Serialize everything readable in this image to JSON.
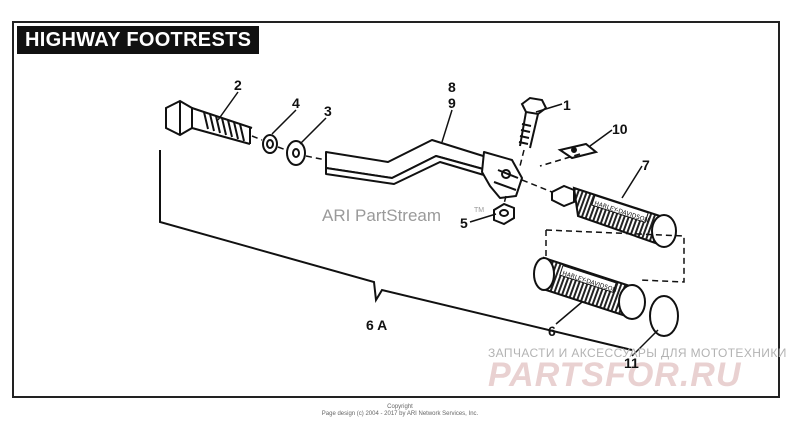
{
  "title": "HIGHWAY FOOTRESTS",
  "callouts": {
    "c1": "1",
    "c2": "2",
    "c3": "3",
    "c4": "4",
    "c5": "5",
    "c6": "6",
    "c6a": "6 A",
    "c7": "7",
    "c8": "8",
    "c9": "9",
    "c10": "10",
    "c11": "11"
  },
  "watermark": "ARI PartStream",
  "trademark": "TM",
  "brand_text": "HARLEY-DAVIDSON",
  "dealer_text": "ЗАПЧАСТИ И АКСЕССУАРЫ ДЛЯ МОТОТЕХНИКИ",
  "dealer_logo": "PARTSFOR.RU",
  "copyright_line1": "Copyright",
  "copyright_line2": "Page design (c) 2004 - 2017 by ARI Network Services, Inc.",
  "colors": {
    "ink": "#111111",
    "logo_tint": "#e9d1d1",
    "watermark": "#9a9a9a"
  }
}
